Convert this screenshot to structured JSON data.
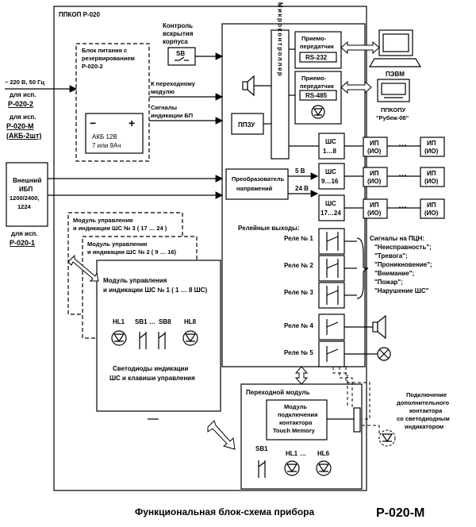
{
  "device_name": "ППКОП Р-020",
  "case_control": [
    "Контроль",
    "вскрытия",
    "корпуса"
  ],
  "sb": "SB",
  "power_block": [
    "Блок питания с",
    "резервированием",
    "Р-020-2"
  ],
  "battery": {
    "minus": "−",
    "plus": "+",
    "lines": [
      "АКБ 12В",
      "7 или 9Ач"
    ]
  },
  "to_transition": [
    "К переходному",
    "модулю"
  ],
  "psu_signals": [
    "Сигналы",
    "индикации БП"
  ],
  "mains": {
    "voltage": "~ 220 В, 50 Гц",
    "for1_a": "для исп.",
    "for1_b": "Р-020-2",
    "for2_a": "для исп.",
    "for2_b": "Р-020-М",
    "for2_c": "(АКБ-2шт)"
  },
  "ext_ups": {
    "lines": [
      "Внешний",
      "ИБП",
      "1200/2400,",
      "1224"
    ],
    "for_a": "для исп.",
    "for_b": "Р-020-1"
  },
  "mcu": "Микроконтроллер",
  "ppzu": "ППЗУ",
  "transceiver1": {
    "lines": [
      "Приемо-",
      "передатчик"
    ],
    "proto": "RS-232"
  },
  "transceiver2": {
    "lines": [
      "Приемо-",
      "передатчик"
    ],
    "proto": "RS-485"
  },
  "pc": "ПЭВМ",
  "ppkopu": [
    "ППКОПУ",
    "\"Рубеж-08\""
  ],
  "converter": {
    "lines": [
      "Преобразователь",
      "напряжений"
    ],
    "v5": "5 В",
    "v24": "24 В"
  },
  "loops": [
    {
      "label_a": "ШС",
      "label_b": "1…8"
    },
    {
      "label_a": "ШС",
      "label_b": "9…16"
    },
    {
      "label_a": "ШС",
      "label_b": "17…24"
    }
  ],
  "detector": {
    "a": "ИП",
    "b": "(ИО)"
  },
  "relay_outputs": "Релейные выходы:",
  "relays": [
    "Реле № 1",
    "Реле № 2",
    "Реле № 3",
    "Реле № 4",
    "Реле № 5"
  ],
  "pcn_signals": [
    "Сигналы на ПЦН:",
    "\"Неисправность\";",
    "\"Тревога\";",
    "\"Проникновение\";",
    "\"Внимание\";",
    "\"Пожар\";",
    "\"Нарушение ШС\""
  ],
  "module3": [
    "Модуль управления",
    "и индикации ШС № 3 ( 17 … 24 )"
  ],
  "module2": [
    "Модуль управления",
    "и индикации ШС № 2 ( 9 … 16)"
  ],
  "module1": [
    "Модуль управления",
    "и индикации ШС № 1 ( 1 … 8 ШС)"
  ],
  "module1_items": {
    "hl1": "HL1",
    "sb1": "SB1",
    "dots": "…",
    "sb8": "SB8",
    "hl8": "HL8"
  },
  "module1_desc": [
    "Светодиоды индикации",
    "ШС и клавиши управления"
  ],
  "transition_module": "Переходной модуль",
  "touch_memory": [
    "Модуль",
    "подключения",
    "контактора",
    "Touch Memory"
  ],
  "transition_items": {
    "sb1": "SB1",
    "hl1": "HL1",
    "dots": "…",
    "hl6": "HL6"
  },
  "additional": [
    "Подключение",
    "дополнительного",
    "контактора",
    "со светодиодным",
    "индикатором"
  ],
  "caption": "Функциональная блок-схема прибора",
  "caption_model": "Р-020-М"
}
